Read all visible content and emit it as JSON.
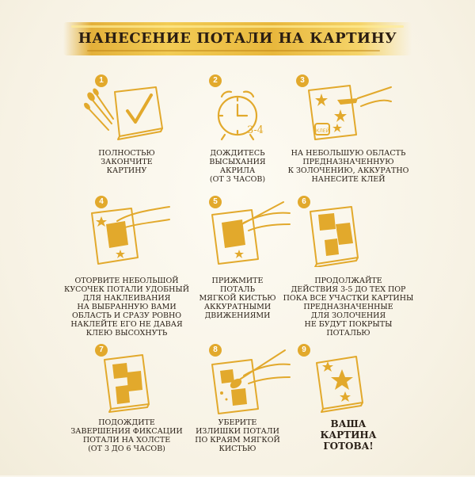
{
  "title": "НАНЕСЕНИЕ ПОТАЛИ НА КАРТИНУ",
  "colors": {
    "gold": "#e2a92c",
    "gold_light": "#f3cf57",
    "text": "#2b2118",
    "background": "#faf6ec"
  },
  "steps": [
    {
      "number": "1",
      "icon": "canvas-checkmark-brushes-icon",
      "lines": [
        "ПОЛНОСТЬЮ",
        "ЗАКОНЧИТЕ",
        "КАРТИНУ"
      ]
    },
    {
      "number": "2",
      "icon": "alarm-clock-icon",
      "clock_label": "3-4",
      "lines": [
        "ДОЖДИТЕСЬ",
        "ВЫСЫХАНИЯ",
        "АКРИЛА",
        "(ОТ 3 ЧАСОВ)"
      ]
    },
    {
      "number": "3",
      "icon": "glue-brush-canvas-icon",
      "jar_label": "КЛЕЙ",
      "lines": [
        "НА НЕБОЛЬШУЮ ОБЛАСТЬ",
        "ПРЕДНАЗНАЧЕННУЮ",
        "К ЗОЛОЧЕНИЮ, АККУРАТНО",
        "НАНЕСИТЕ КЛЕЙ"
      ]
    },
    {
      "number": "4",
      "icon": "hand-applying-leaf-icon",
      "lines": [
        "ОТОРВИТЕ НЕБОЛЬШОЙ",
        "КУСОЧЕК ПОТАЛИ УДОБНЫЙ",
        "ДЛЯ НАКЛЕИВАНИЯ",
        "НА ВЫБРАННУЮ ВАМИ",
        "ОБЛАСТЬ И СРАЗУ РОВНО",
        "НАКЛЕЙТЕ ЕГО НЕ ДАВАЯ",
        "КЛЕЮ ВЫСОХНУТЬ"
      ]
    },
    {
      "number": "5",
      "icon": "brush-pressing-leaf-icon",
      "lines": [
        "ПРИЖМИТЕ",
        "ПОТАЛЬ",
        "МЯГКОЙ КИСТЬЮ",
        "АККУРАТНЫМИ",
        "ДВИЖЕНИЯМИ"
      ]
    },
    {
      "number": "6",
      "icon": "gilded-canvas-icon",
      "lines": [
        "ПРОДОЛЖАЙТЕ",
        "ДЕЙСТВИЯ 3-5 ДО ТЕХ ПОР",
        "ПОКА ВСЕ УЧАСТКИ КАРТИНЫ",
        "ПРЕДНАЗНАЧЕННЫЕ",
        "ДЛЯ ЗОЛОЧЕНИЯ",
        "НЕ БУДУТ ПОКРЫТЫ",
        "ПОТАЛЬЮ"
      ]
    },
    {
      "number": "7",
      "icon": "drying-canvas-icon",
      "lines": [
        "ПОДОЖДИТЕ",
        "ЗАВЕРШЕНИЯ ФИКСАЦИИ",
        "ПОТАЛИ НА ХОЛСТЕ",
        "(ОТ 3 ДО 6 ЧАСОВ)"
      ]
    },
    {
      "number": "8",
      "icon": "brush-removing-excess-icon",
      "lines": [
        "УБЕРИТЕ",
        "ИЗЛИШКИ ПОТАЛИ",
        "ПО КРАЯМ МЯГКОЙ",
        "КИСТЬЮ"
      ]
    },
    {
      "number": "9",
      "icon": "finished-canvas-stars-icon",
      "lines": [
        "ВАША",
        "КАРТИНА",
        "ГОТОВА!"
      ]
    }
  ]
}
